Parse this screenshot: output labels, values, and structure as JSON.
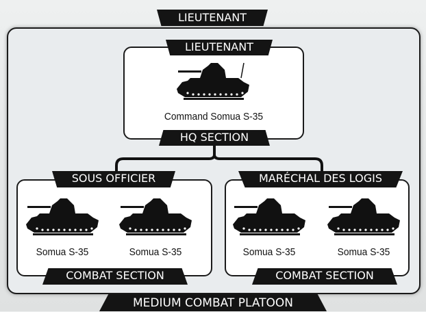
{
  "platoon": {
    "commander_title": "LIEUTENANT",
    "platoon_name": "MEDIUM COMBAT PLATOON"
  },
  "hq_section": {
    "rank": "LIEUTENANT",
    "unit_label": "Command Somua S-35",
    "section_name": "HQ SECTION",
    "icon": "tank-icon"
  },
  "combat_sections": [
    {
      "rank": "SOUS OFFICIER",
      "units": [
        "Somua S-35",
        "Somua S-35"
      ],
      "section_name": "COMBAT SECTION"
    },
    {
      "rank": "MARÉCHAL DES LOGIS",
      "units": [
        "Somua S-35",
        "Somua S-35"
      ],
      "section_name": "COMBAT SECTION"
    }
  ],
  "colors": {
    "tab_bg": "#141414",
    "box_border": "#1a1a1a",
    "page_bg": "#e9ecee"
  }
}
